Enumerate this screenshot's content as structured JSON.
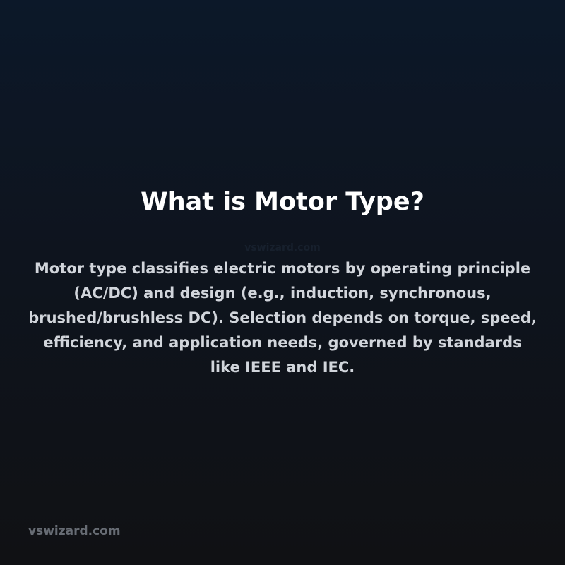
{
  "card": {
    "title": "What is Motor Type?",
    "watermark": "vswizard.com",
    "body": "Motor type classifies electric motors by operating principle (AC/DC) and design (e.g., induction, synchronous, brushed/brushless DC). Selection depends on torque, speed, efficiency, and application needs, governed by standards like IEEE and IEC.",
    "footer": "vswizard.com"
  },
  "colors": {
    "background_top": "#0c1829",
    "background_bottom": "#101114",
    "title": "#ffffff",
    "body": "#d1d5db",
    "footer": "#676c74"
  }
}
